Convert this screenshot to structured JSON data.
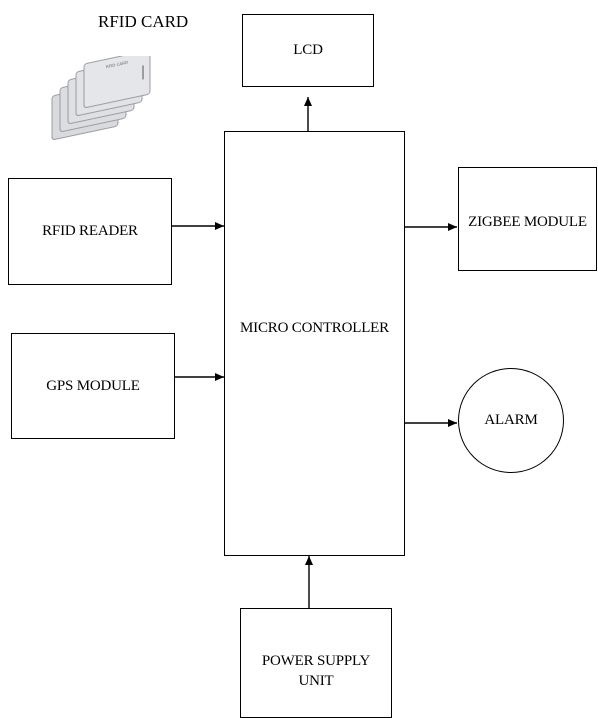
{
  "rfid_card": {
    "label": "RFID CARD",
    "card_text": "RFID CARD"
  },
  "lcd": {
    "label": "LCD"
  },
  "rfid_reader": {
    "label": "RFID READER"
  },
  "gps_module": {
    "label": "GPS MODULE"
  },
  "micro_controller": {
    "label": "MICRO CONTROLLER"
  },
  "zigbee_module": {
    "label": "ZIGBEE MODULE"
  },
  "alarm": {
    "label": "ALARM"
  },
  "power_supply": {
    "label_line1": "POWER SUPPLY",
    "label_line2": "UNIT"
  },
  "colors": {
    "line": "#000000",
    "card_fill": "#d9dadd",
    "card_edge": "#9a9ca0"
  }
}
